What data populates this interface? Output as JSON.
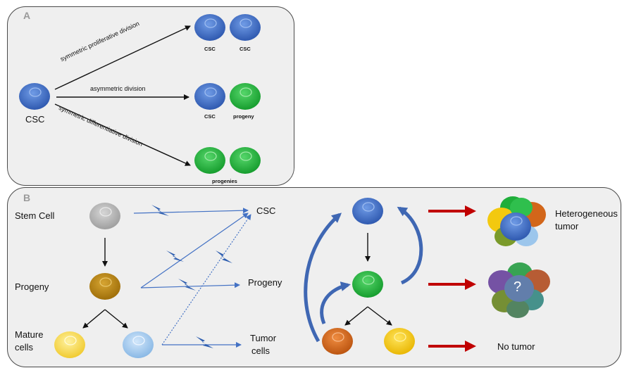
{
  "panel_a": {
    "label": "A",
    "source_cell": "CSC",
    "arrows": {
      "up": "symmetric proliferative division",
      "mid": "asymmetric division",
      "down": "symmetric differentiative division"
    },
    "outcomes": {
      "row1_left": "CSC",
      "row1_right": "CSC",
      "row2_left": "CSC",
      "row2_right": "progeny",
      "row3": "progenies"
    }
  },
  "panel_b": {
    "label": "B",
    "left_column": {
      "stem_cell": "Stem Cell",
      "progeny": "Progeny",
      "mature_line1": "Mature",
      "mature_line2": "cells"
    },
    "targets": {
      "csc": "CSC",
      "progeny": "Progeny",
      "tumor_line1": "Tumor",
      "tumor_line2": "cells"
    },
    "outcomes": {
      "heterogeneous_line1": "Heterogeneous",
      "heterogeneous_line2": "tumor",
      "question": "?",
      "no_tumor": "No tumor"
    }
  },
  "colors": {
    "blue_cell": "#3d6fc9",
    "green_cell": "#1fae3a",
    "grey_cell": "#b4b4b4",
    "brown_cell": "#b5830f",
    "yellow_cell": "#f3d64a",
    "lightblue_cell": "#9cc6ec",
    "orange_cell": "#d2661a",
    "arrow_blue": "#4472c4",
    "arrow_red": "#c00000",
    "bolt": "#2f5fb0"
  }
}
